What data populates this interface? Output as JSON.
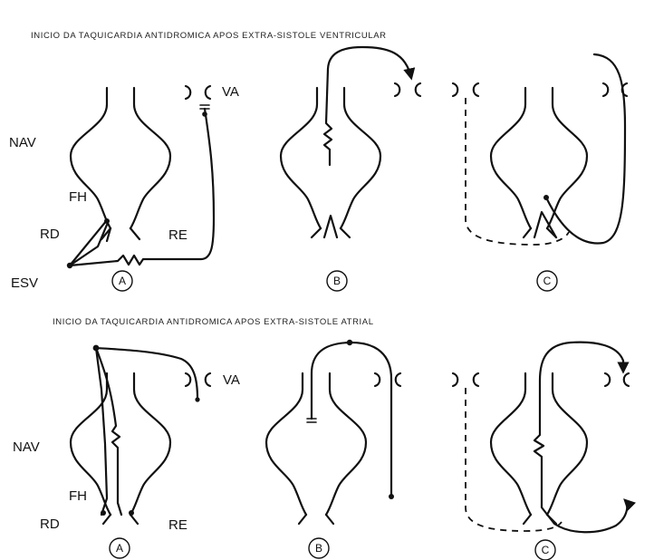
{
  "titles": {
    "top": "INICIO DA TAQUICARDIA ANTIDROMICA APOS EXTRA-SISTOLE VENTRICULAR",
    "bottom": "INICIO DA TAQUICARDIA ANTIDROMICA APOS EXTRA-SISTOLE ATRIAL"
  },
  "labels": {
    "nav": "NAV",
    "fh": "FH",
    "rd": "RD",
    "re": "RE",
    "esv": "ESV",
    "va": "VA"
  },
  "panels": [
    "A",
    "B",
    "C"
  ]
}
